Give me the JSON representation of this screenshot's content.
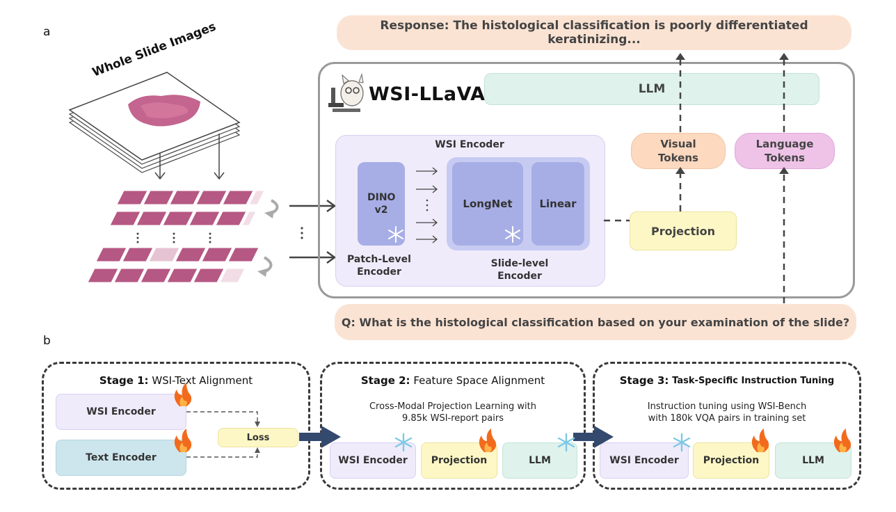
{
  "labels": {
    "a": "a",
    "b": "b"
  },
  "response": "Response: The histological classification is poorly differentiated keratinizing...",
  "question": "Q: What is the histological classification based on your examination of the slide?",
  "wsi_stack_label": "Whole Slide Images",
  "app_name": "WSI-LLaVA",
  "llm": "LLM",
  "encoder": {
    "title": "WSI Encoder",
    "dino": "DINO v2",
    "longnet": "LongNet",
    "linear": "Linear",
    "patch_label": "Patch-Level Encoder",
    "slide_label": "Slide-level Encoder"
  },
  "visual_tokens": "Visual Tokens",
  "language_tokens": "Language Tokens",
  "projection": "Projection",
  "stage1": {
    "title_bold": "Stage 1:",
    "title_rest": "WSI-Text Alignment",
    "wsi_encoder": "WSI Encoder",
    "text_encoder": "Text Encoder",
    "loss": "Loss"
  },
  "stage2": {
    "title_bold": "Stage 2:",
    "title_rest": "Feature Space Alignment",
    "desc_line1": "Cross-Modal Projection Learning with",
    "desc_line2": "9.85k WSI-report pairs",
    "wsi_encoder": "WSI Encoder",
    "projection": "Projection",
    "llm": "LLM"
  },
  "stage3": {
    "title_bold": "Stage 3:",
    "title_rest": "Task-Specific Instruction Tuning",
    "desc_line1": "Instruction tuning using WSI-Bench",
    "desc_line2": "with 180k VQA pairs in training set",
    "wsi_encoder": "WSI Encoder",
    "projection": "Projection",
    "llm": "LLM"
  },
  "colors": {
    "peach": "#fbe3d3",
    "lavender": "#efebfb",
    "periwinkle": "#a7aee6",
    "mint": "#dff2ec",
    "orange_token": "#fcd9bf",
    "pink_token": "#efc3e8",
    "yellow": "#fdf7c6",
    "light_blue": "#cde6ee",
    "arrow_navy": "#34496e",
    "fire": "#f26b1d",
    "snow": "#7ec9e6"
  },
  "icons": [
    "microscope-mascot-icon",
    "snowflake-icon",
    "fire-icon",
    "refresh-arrow-icon"
  ]
}
